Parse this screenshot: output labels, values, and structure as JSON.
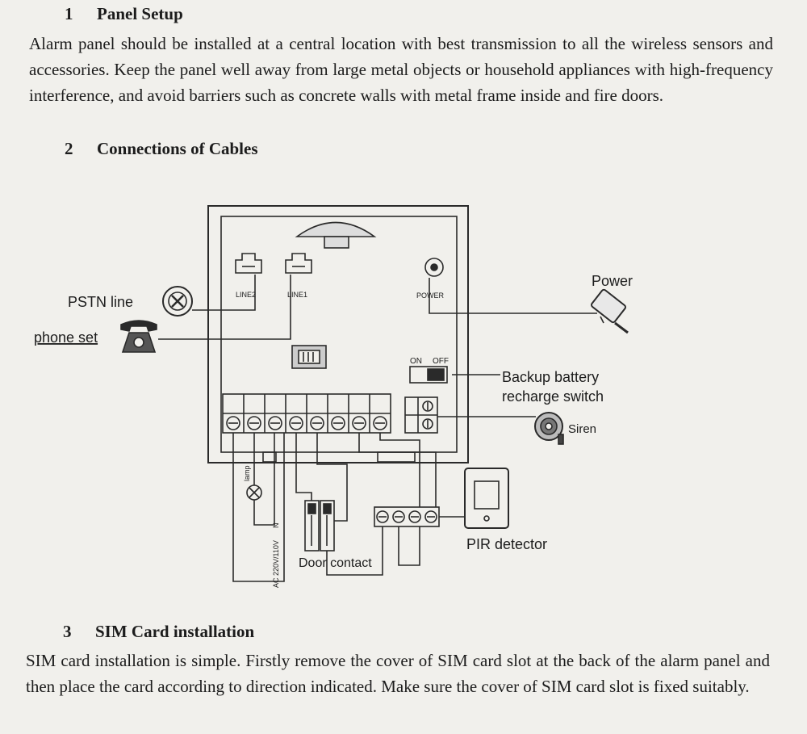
{
  "section1": {
    "number": "1",
    "title": "Panel Setup",
    "body": "Alarm panel should be installed at a central location with best transmission to all the wireless sensors and accessories. Keep the panel well away from large metal objects or household appliances with high-frequency interference, and avoid barriers such as concrete walls with metal frame inside and fire doors."
  },
  "section2": {
    "number": "2",
    "title": "Connections of Cables"
  },
  "diagram": {
    "labels": {
      "pstn_line": "PSTN line",
      "phone_set": "phone set",
      "line2": "LINE2",
      "line1": "LINE1",
      "power_port": "POWER",
      "power": "Power",
      "on": "ON",
      "off": "OFF",
      "backup_line1": "Backup battery",
      "backup_line2": "recharge switch",
      "siren": "Siren",
      "pir_detector": "PIR detector",
      "door_contact": "Door contact",
      "lamp": "lamp",
      "ac_supply": "AC 220V/110V",
      "n_mark": "N"
    }
  },
  "section3": {
    "number": "3",
    "title": "SIM Card installation",
    "body": "SIM card installation is simple. Firstly remove the cover of SIM card slot at the back of the alarm panel and then place the card according to direction indicated. Make sure the cover of SIM card slot is fixed suitably."
  }
}
